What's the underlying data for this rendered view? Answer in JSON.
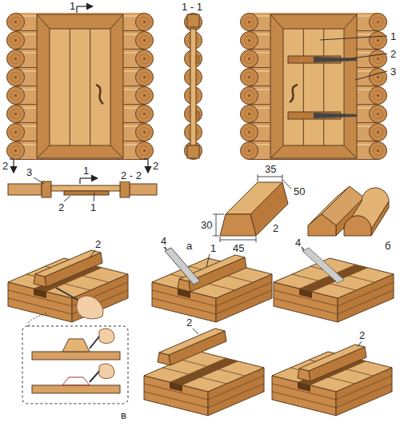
{
  "diagram": {
    "labels": [
      "1",
      "1 - 1",
      "1",
      "2",
      "3",
      "2",
      "2",
      "3",
      "1",
      "2 - 2",
      "35",
      "50",
      "30",
      "2",
      "1",
      "2",
      "а",
      "45",
      "б",
      "2",
      "4",
      "4",
      "1",
      "2",
      "2",
      "в"
    ]
  }
}
